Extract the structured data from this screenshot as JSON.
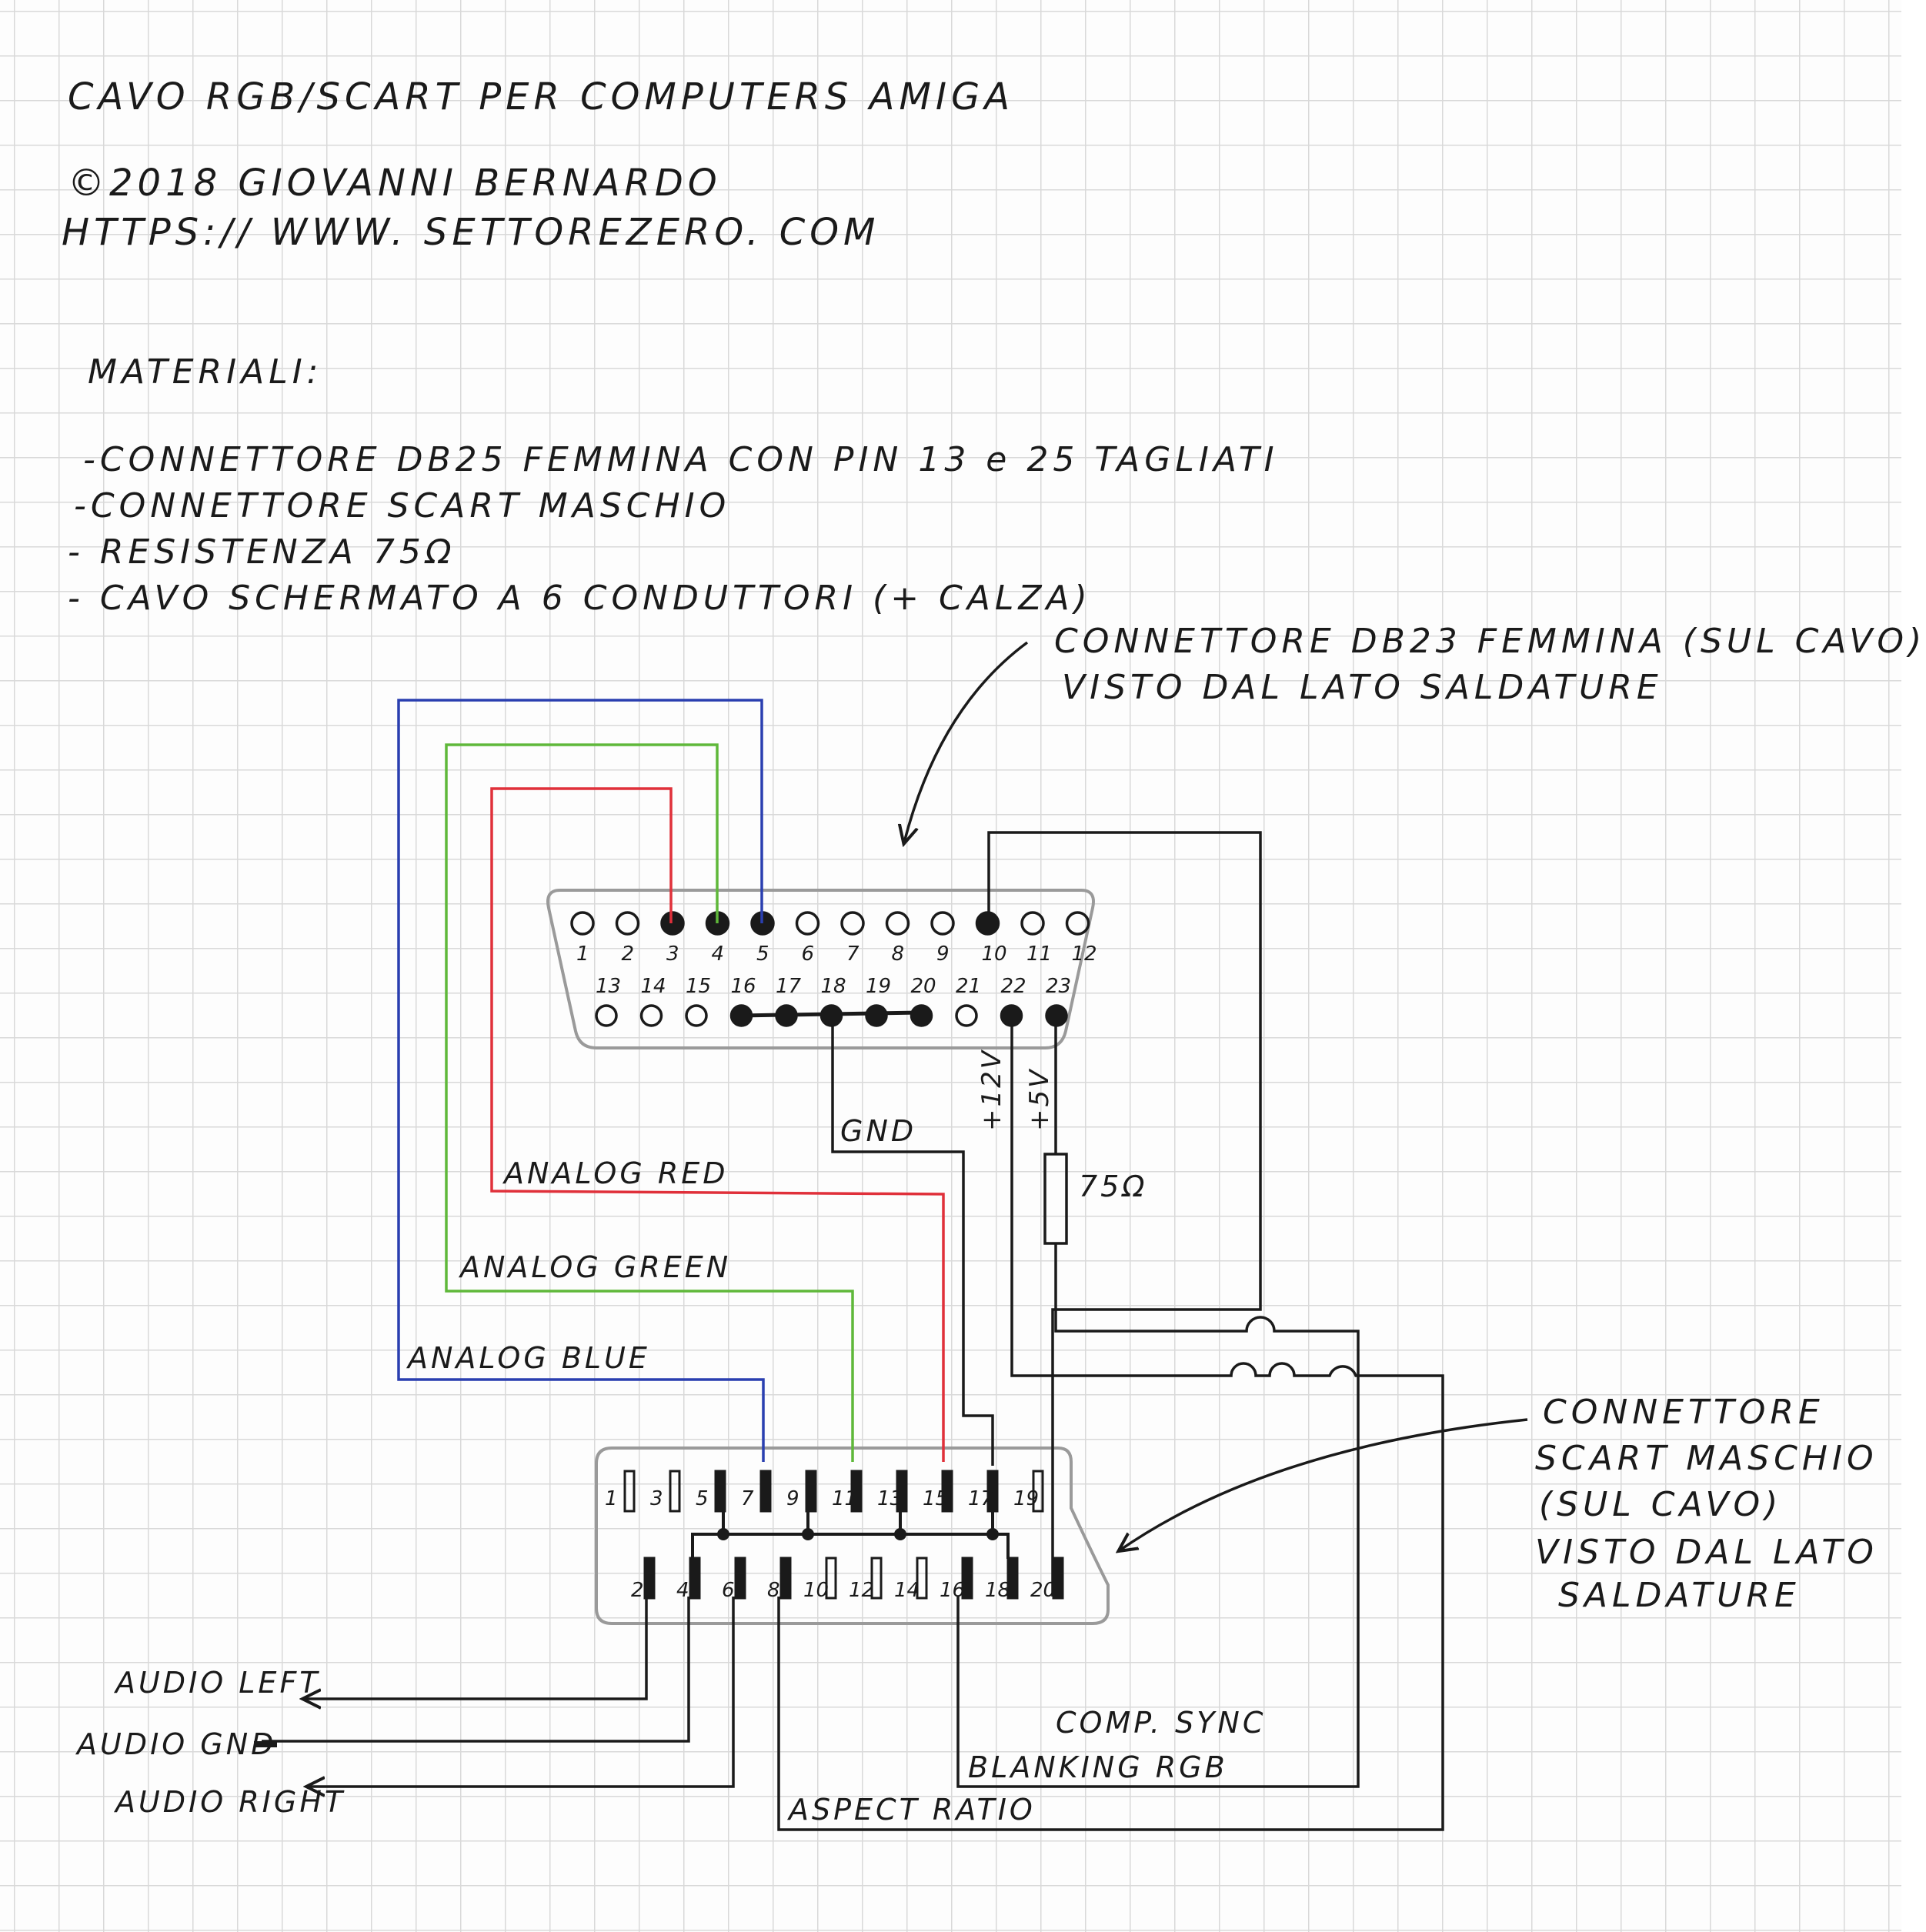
{
  "header": {
    "title": "CAVO RGB/SCART PER COMPUTERS AMIGA",
    "copyright": "©2018 GIOVANNI BERNARDO",
    "url": "HTTPS:// WWW. SETTOREZERO. COM"
  },
  "materials": {
    "heading": "MATERIALI:",
    "items": [
      "-CONNETTORE DB25 FEMMINA CON PIN 13 e 25 TAGLIATI",
      "-CONNETTORE SCART MASCHIO",
      "- RESISTENZA 75Ω",
      "- CAVO SCHERMATO A 6 CONDUTTORI (+ CALZA)"
    ]
  },
  "annotations": {
    "db23_line1": "CONNETTORE DB23 FEMMINA (SUL CAVO)",
    "db23_line2": "VISTO DAL LATO SALDATURE",
    "scart_lines": [
      "CONNETTORE",
      "SCART MASCHIO",
      "(SUL CAVO)",
      "VISTO DAL LATO",
      "SALDATURE"
    ]
  },
  "db23": {
    "top_row": [
      "1",
      "2",
      "3",
      "4",
      "5",
      "6",
      "7",
      "8",
      "9",
      "10",
      "11",
      "12"
    ],
    "bottom_row": [
      "13",
      "14",
      "15",
      "16",
      "17",
      "18",
      "19",
      "20",
      "21",
      "22",
      "23"
    ]
  },
  "scart": {
    "top_row": [
      "1",
      "3",
      "5",
      "7",
      "9",
      "11",
      "13",
      "15",
      "17",
      "19"
    ],
    "bottom_row": [
      "2",
      "4",
      "6",
      "8",
      "10",
      "12",
      "14",
      "16",
      "18",
      "20"
    ]
  },
  "labels": {
    "gnd": "GND",
    "plus12": "+12V",
    "plus5": "+5V",
    "resistor": "75Ω",
    "analog_red": "ANALOG RED",
    "analog_green": "ANALOG GREEN",
    "analog_blue": "ANALOG BLUE",
    "comp_sync": "COMP. SYNC",
    "blanking": "BLANKING RGB",
    "aspect": "ASPECT RATIO",
    "audio_left": "AUDIO LEFT",
    "audio_gnd": "AUDIO GND",
    "audio_right": "AUDIO RIGHT"
  },
  "colors": {
    "red": "#e0303a",
    "green": "#5fb83a",
    "blue": "#2a3fb0",
    "ink": "#1a1a1a",
    "connector": "#9a9a9a"
  }
}
